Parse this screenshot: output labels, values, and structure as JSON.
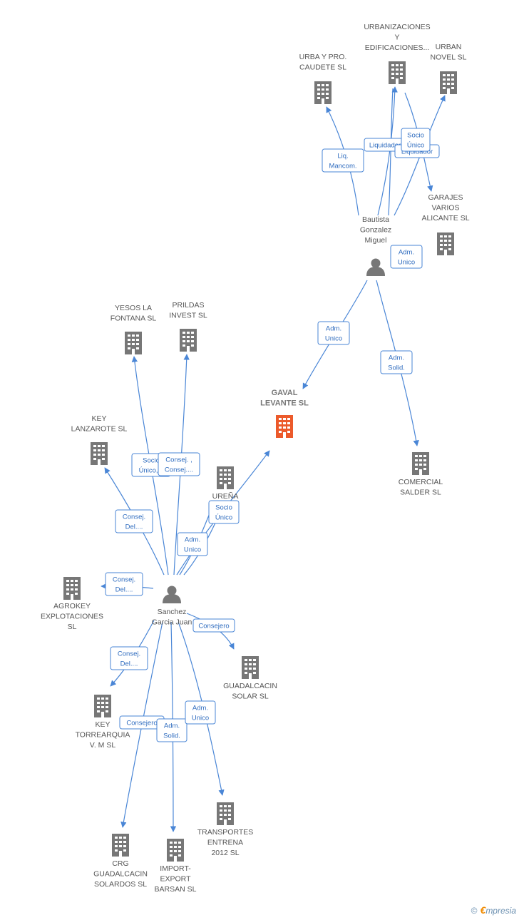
{
  "colors": {
    "edge": "#4a86d6",
    "company": "#777777",
    "main_company": "#ec5a2b",
    "person": "#777777",
    "label": "#2f6cbf"
  },
  "nodes": [
    {
      "id": "gaval",
      "type": "company",
      "main": true,
      "lines": [
        "GAVAL",
        "LEVANTE SL"
      ]
    },
    {
      "id": "bautista",
      "type": "person",
      "lines": [
        "Bautista",
        "Gonzalez",
        "Miguel"
      ]
    },
    {
      "id": "sanchez",
      "type": "person",
      "lines": [
        "Sanchez",
        "Garcia Juan"
      ]
    },
    {
      "id": "urba",
      "type": "company",
      "lines": [
        "URBA Y PRO.",
        "CAUDETE SL"
      ]
    },
    {
      "id": "urbaniz",
      "type": "company",
      "lines": [
        "URBANIZACIONES",
        "Y",
        "EDIFICACIONES..."
      ]
    },
    {
      "id": "urban",
      "type": "company",
      "lines": [
        "URBAN",
        "NOVEL SL"
      ]
    },
    {
      "id": "garajes",
      "type": "company",
      "lines": [
        "GARAJES",
        "VARIOS",
        "ALICANTE SL"
      ]
    },
    {
      "id": "comercial",
      "type": "company",
      "lines": [
        "COMERCIAL",
        "SALDER SL"
      ]
    },
    {
      "id": "yesos",
      "type": "company",
      "lines": [
        "YESOS LA",
        "FONTANA  SL"
      ]
    },
    {
      "id": "prildas",
      "type": "company",
      "lines": [
        "PRILDAS",
        "INVEST SL"
      ]
    },
    {
      "id": "key_lanz",
      "type": "company",
      "lines": [
        "KEY",
        "LANZAROTE SL"
      ]
    },
    {
      "id": "urena",
      "type": "company",
      "lines": [
        "UREÑA"
      ]
    },
    {
      "id": "agrokey",
      "type": "company",
      "lines": [
        "AGROKEY",
        "EXPLOTACIONES",
        "SL"
      ]
    },
    {
      "id": "guadalcacin_solar",
      "type": "company",
      "lines": [
        "GUADALCACIN",
        "SOLAR SL"
      ]
    },
    {
      "id": "key_torre",
      "type": "company",
      "lines": [
        "KEY",
        "TORREARQUIA",
        "V. M  SL"
      ]
    },
    {
      "id": "transportes",
      "type": "company",
      "lines": [
        "TRANSPORTES",
        "ENTRENA",
        "2012 SL"
      ]
    },
    {
      "id": "crg",
      "type": "company",
      "lines": [
        "CRG",
        "GUADALCACIN",
        "SOLARDOS SL"
      ]
    },
    {
      "id": "import",
      "type": "company",
      "lines": [
        "IMPORT-",
        "EXPORT",
        "BARSAN SL"
      ]
    }
  ],
  "relations": [
    {
      "id": "r_liq_mancom",
      "lines": [
        "Liq.",
        "Mancom."
      ]
    },
    {
      "id": "r_liquidador1",
      "lines": [
        "Liquidador"
      ]
    },
    {
      "id": "r_liquidador2",
      "lines": [
        "Liquidador"
      ]
    },
    {
      "id": "r_socio_unico_top",
      "lines": [
        "Socio",
        "Único"
      ]
    },
    {
      "id": "r_adm_unico_garajes",
      "lines": [
        "Adm.",
        "Unico"
      ]
    },
    {
      "id": "r_adm_unico_gaval",
      "lines": [
        "Adm.",
        "Unico"
      ]
    },
    {
      "id": "r_adm_solid_comercial",
      "lines": [
        "Adm.",
        "Solid."
      ]
    },
    {
      "id": "r_socio_unico_yesos",
      "lines": [
        "Socio",
        "Único,..."
      ]
    },
    {
      "id": "r_consej_prildas",
      "lines": [
        "Consej. ,",
        "Consej...."
      ]
    },
    {
      "id": "r_consej_del_lanz",
      "lines": [
        "Consej.",
        "Del...."
      ]
    },
    {
      "id": "r_socio_unico_urena",
      "lines": [
        "Socio",
        "Único"
      ]
    },
    {
      "id": "r_adm_unico_sanchez",
      "lines": [
        "Adm.",
        "Unico"
      ]
    },
    {
      "id": "r_consej_del_agrokey",
      "lines": [
        "Consej.",
        "Del...."
      ]
    },
    {
      "id": "r_consejero_guad",
      "lines": [
        "Consejero"
      ]
    },
    {
      "id": "r_consej_del_torre",
      "lines": [
        "Consej.",
        "Del...."
      ]
    },
    {
      "id": "r_consejero_crg",
      "lines": [
        "Consejero"
      ]
    },
    {
      "id": "r_adm_solid_import",
      "lines": [
        "Adm.",
        "Solid."
      ]
    },
    {
      "id": "r_adm_unico_transp",
      "lines": [
        "Adm.",
        "Unico"
      ]
    }
  ],
  "footer": {
    "copyright": "©",
    "brand_initial": "€",
    "brand_rest": "mpresia"
  }
}
